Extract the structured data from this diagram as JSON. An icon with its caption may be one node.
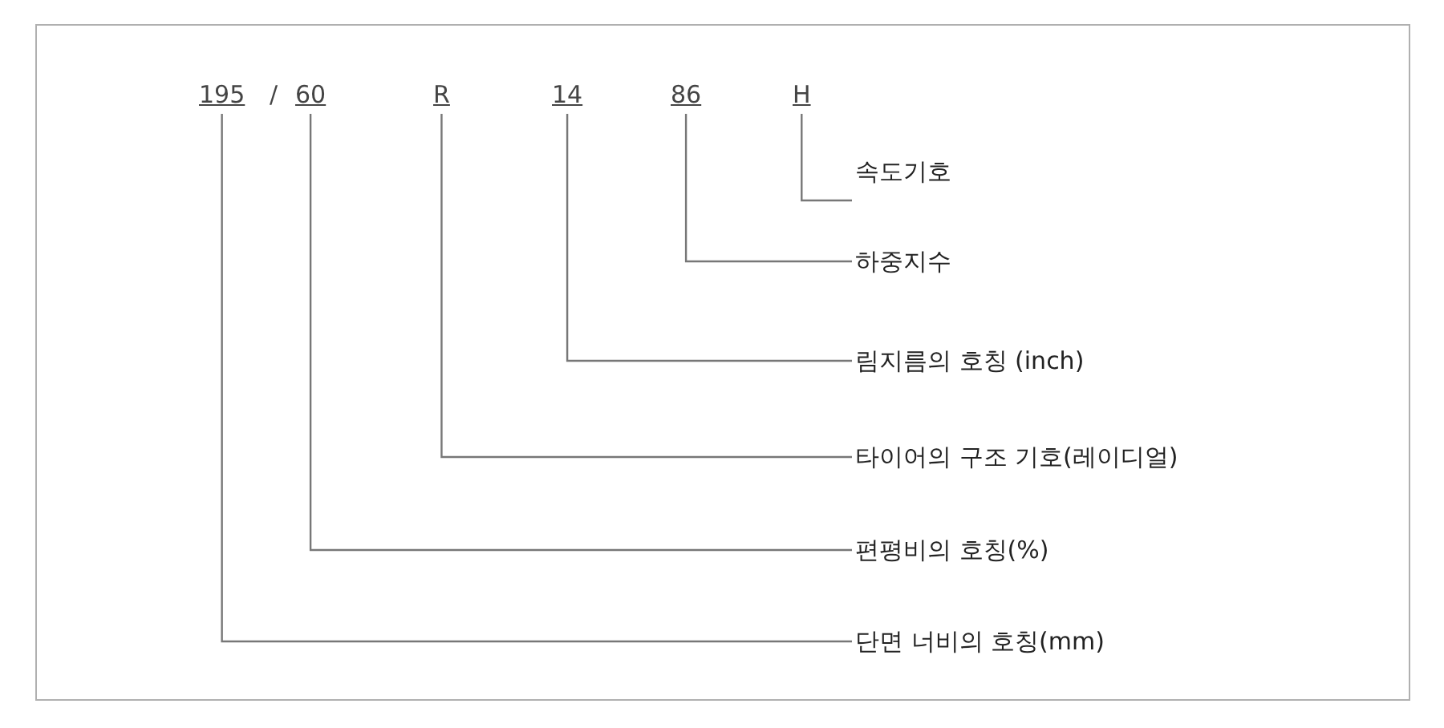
{
  "diagram": {
    "nodes": [
      {
        "text": [
          "195"
        ]
      },
      {
        "text": [
          "60"
        ]
      },
      {
        "text": [
          "R"
        ]
      },
      {
        "text": [
          "14"
        ]
      },
      {
        "text": [
          "86"
        ]
      },
      {
        "text": [
          "H"
        ]
      },
      {
        "text": [
          "속도기호"
        ]
      },
      {
        "text": [
          "하중지수"
        ]
      },
      {
        "text": [
          "림지름의 호칭 (inch)"
        ]
      },
      {
        "text": [
          "타이어의 구조 기호(레이디얼)"
        ]
      },
      {
        "text": [
          "편평비의 호칭(%)"
        ]
      },
      {
        "text": [
          "단면 너비의 호칭(mm)"
        ]
      }
    ],
    "edges": [
      {
        "from": 5,
        "to": 6,
        "arrow": "none"
      },
      {
        "from": 4,
        "to": 7,
        "arrow": "none"
      },
      {
        "from": 3,
        "to": 8,
        "arrow": "none"
      },
      {
        "from": 2,
        "to": 9,
        "arrow": "none"
      },
      {
        "from": 1,
        "to": 10,
        "arrow": "none"
      },
      {
        "from": 0,
        "to": 11,
        "arrow": "none"
      }
    ],
    "labels": [
      "/"
    ]
  }
}
